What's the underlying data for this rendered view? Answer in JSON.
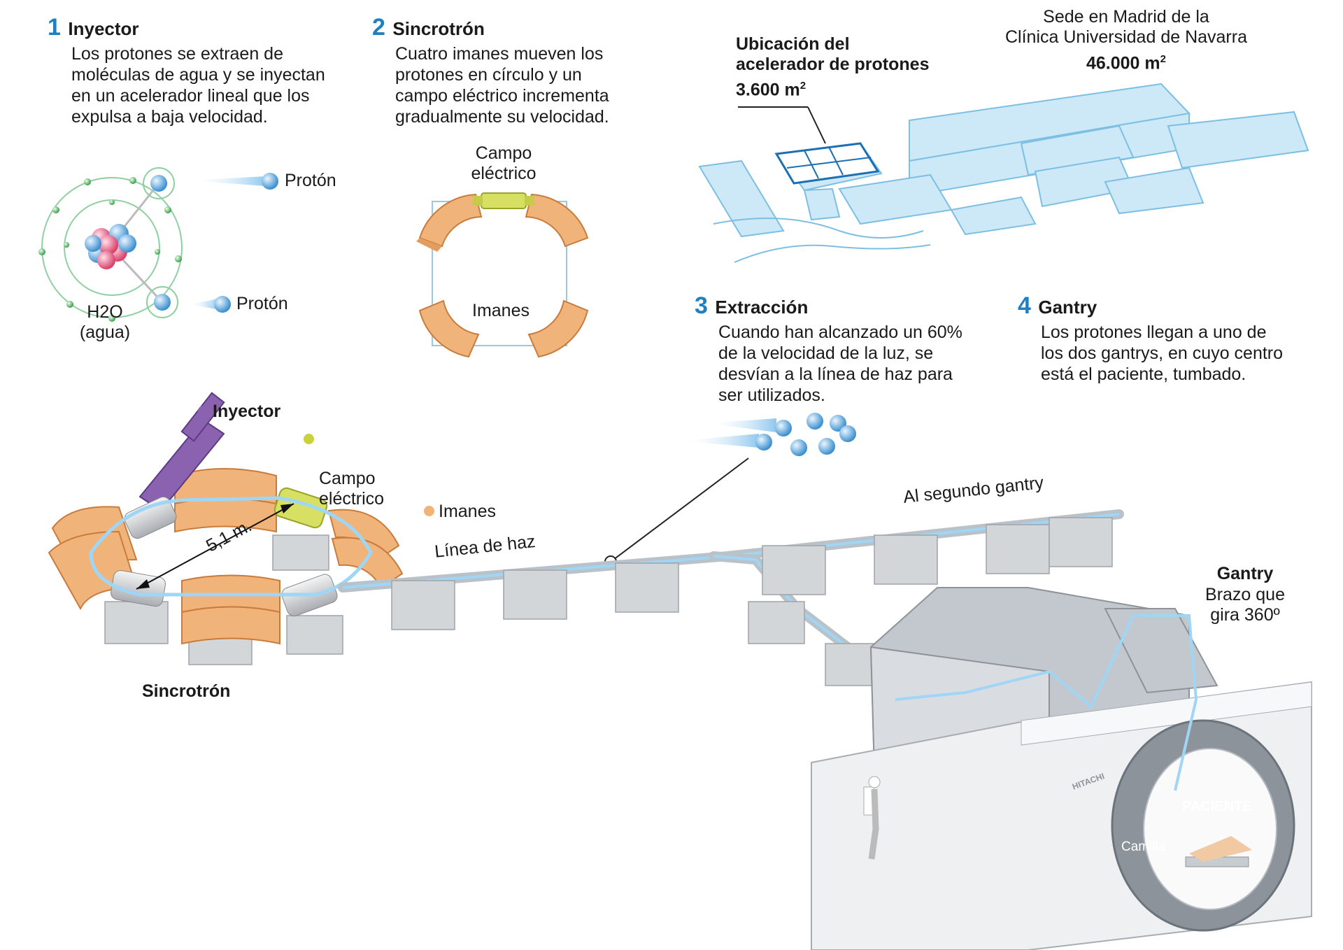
{
  "steps": [
    {
      "num": "1",
      "title": "Inyector",
      "body": "Los protones se extraen de\nmoléculas de agua y se inyectan\nen un acelerador lineal que los\nexpulsa a baja velocidad."
    },
    {
      "num": "2",
      "title": "Sincrotrón",
      "body": "Cuatro imanes mueven los\nprotones en círculo y un\ncampo eléctrico incrementa\ngradualmente su velocidad."
    },
    {
      "num": "3",
      "title": "Extracción",
      "body": "Cuando han alcanzado un 60%\nde la velocidad de la luz, se\ndesvían a la línea de haz para\nser utilizados."
    },
    {
      "num": "4",
      "title": "Gantry",
      "body": "Los protones llegan a uno de\nlos dos gantrys, en cuyo centro\nestá el paciente, tumbado."
    }
  ],
  "molecule": {
    "proton_label": "Protón",
    "water_label": "H2O\n(agua)"
  },
  "sync_small": {
    "field_label": "Campo\neléctrico",
    "magnets_label": "Imanes"
  },
  "location": {
    "hq_label": "Sede en Madrid de la\nClínica Universidad de Navarra",
    "hq_area": "46.000 m",
    "accel_label": "Ubicación del\nacelerador de protones",
    "accel_area": "3.600 m",
    "sup": "2"
  },
  "main": {
    "injector": "Inyector",
    "field": "Campo\neléctrico",
    "magnets": "Imanes",
    "distance": "5,1 m.",
    "beamline": "Línea de haz",
    "second_gantry": "Al segundo gantry",
    "synchrotron": "Sincrotrón",
    "gantry_title": "Gantry",
    "gantry_desc": "Brazo que\ngira 360º",
    "patient": "PACIENTE",
    "stretcher": "Camilla",
    "brand": "HITACHI"
  },
  "colors": {
    "accent": "#1f7fc0",
    "magnet": "#f0b47a",
    "injector": "#8a62b0",
    "field": "#c8d23c",
    "building": "#cde8f6"
  }
}
